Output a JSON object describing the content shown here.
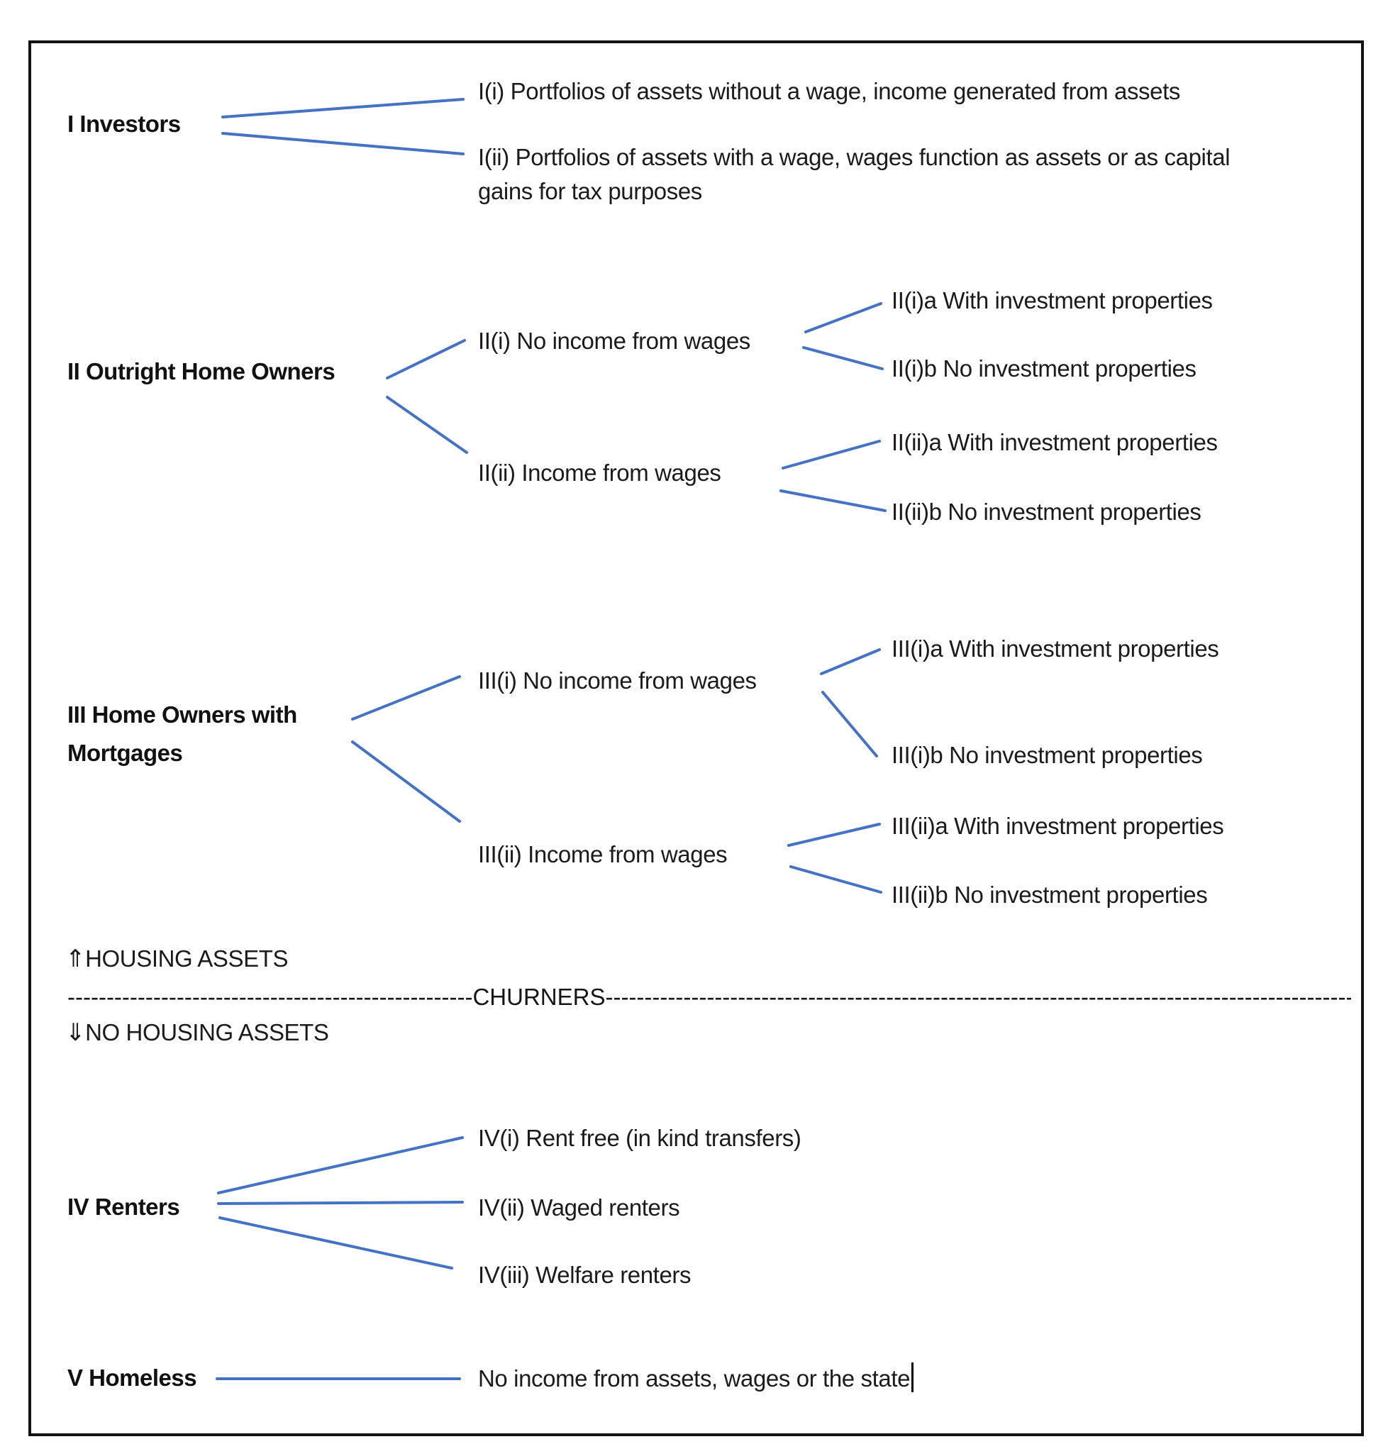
{
  "colors": {
    "connector_blue": "#4472c4",
    "text": "#1b1b1b",
    "border": "#121212",
    "background": "#ffffff"
  },
  "nodes": {
    "i_label": "I Investors",
    "i1": "I(i) Portfolios of assets without a wage, income generated from assets",
    "i2_line1": "I(ii) Portfolios of assets with a wage, wages function as assets or as capital",
    "i2_line2": "gains for tax purposes",
    "ii_label": "II Outright Home Owners",
    "ii1": "II(i) No income from wages",
    "ii2": "II(ii) Income from wages",
    "ii1a": "II(i)a With investment properties",
    "ii1b": "II(i)b No investment properties",
    "ii2a": "II(ii)a With investment properties",
    "ii2b": "II(ii)b No investment properties",
    "iii_label_line1": "III Home Owners with",
    "iii_label_line2": "Mortgages",
    "iii1": "III(i) No income from wages",
    "iii2": "III(ii) Income from wages",
    "iii1a": "III(i)a With investment properties",
    "iii1b": "III(i)b No investment properties",
    "iii2a": "III(ii)a With investment properties",
    "iii2b": "III(ii)b No investment properties",
    "iv_label": "IV Renters",
    "iv1": "IV(i) Rent free (in kind transfers)",
    "iv2": "IV(ii) Waged renters",
    "iv3": "IV(iii) Welfare renters",
    "v_label": "V Homeless",
    "v_desc": "No income from assets, wages or the state"
  },
  "divider": {
    "arrow_up": "⇑",
    "above_label": "HOUSING ASSETS",
    "left_dashes": "----------------------------------------------------",
    "churners_label": "CHURNERS",
    "right_dashes": "-------------------------------------------------------------------------------------------------",
    "arrow_down": "⇓",
    "below_label": "NO HOUSING ASSETS"
  }
}
